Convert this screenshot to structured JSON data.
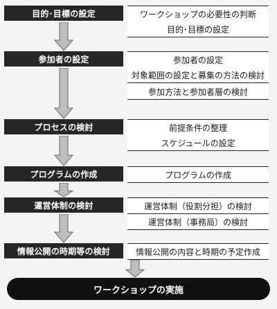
{
  "steps": [
    {
      "label": "目的･目標の設定",
      "tasks": [
        "ワークショップの必要性の判断",
        "目的･目標の設定"
      ]
    },
    {
      "label": "参加者の設定",
      "tasks": [
        "参加者の設定",
        "対象範囲の設定と募集の方法の検討",
        "参加方法と参加者層の検討"
      ]
    },
    {
      "label": "プロセスの検討",
      "tasks": [
        "前提条件の整理",
        "スケジュールの設定"
      ]
    },
    {
      "label": "プログラムの作成",
      "tasks": [
        "プログラムの作成"
      ]
    },
    {
      "label": "運営体制の検討",
      "tasks": [
        "運営体制（役割分担）の検討",
        "運営体制（事務局）の検討"
      ]
    },
    {
      "label": "情報公開の時期等の検討",
      "tasks": [
        "情報公開の内容と時期の予定作成"
      ]
    }
  ],
  "final": "ワークショップの実施",
  "colors": {
    "stage": "#262626",
    "task_bg": "#ffffff",
    "arrow": "#bdbdbd",
    "final": "#111111"
  }
}
